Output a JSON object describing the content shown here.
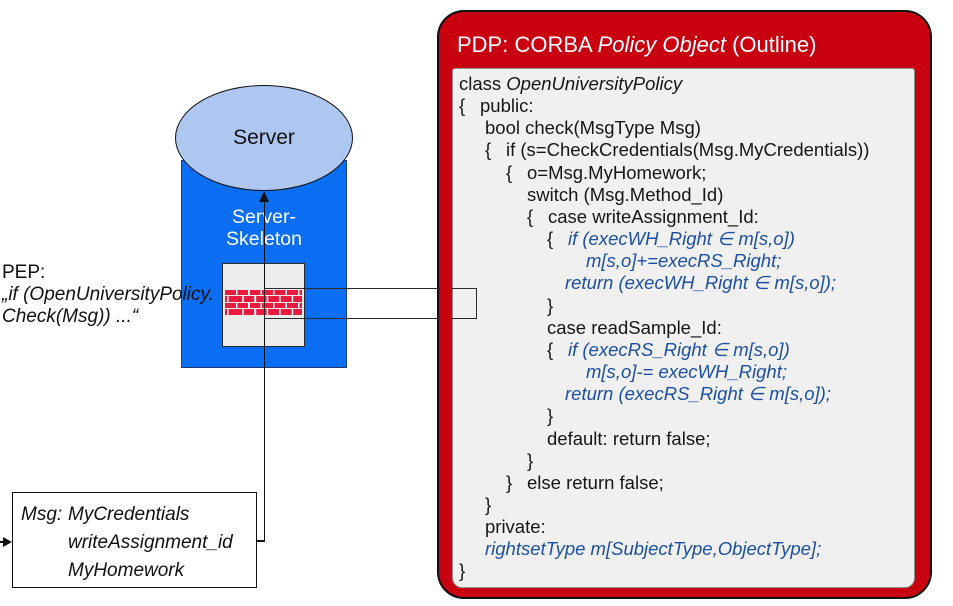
{
  "colors": {
    "pdp_red": "#c8000f",
    "skeleton_blue": "#0a6ef4",
    "server_fill": "#aec7f0",
    "brick_red": "#ea1a3f",
    "code_blue": "#1d50a0",
    "panel_gray": "#f0f0f0"
  },
  "server": {
    "label": "Server"
  },
  "skeleton": {
    "line1": "Server-",
    "line2": "Skeleton"
  },
  "pep": {
    "label": "PEP:",
    "line1": "„if (OpenUniversityPolicy.",
    "line2": "Check(Msg)) ...“"
  },
  "msg": {
    "label": "Msg:",
    "items": [
      "MyCredentials",
      "writeAssignment_id",
      "MyHomework"
    ]
  },
  "pdp": {
    "title_pre": "PDP: CORBA ",
    "title_italic": "Policy Object",
    "title_post": " (Outline)",
    "code": [
      {
        "ind": 0,
        "seg": [
          [
            "k",
            "class "
          ],
          [
            "i",
            "OpenUniversityPolicy"
          ]
        ]
      },
      {
        "ind": 0,
        "seg": [
          [
            "o",
            "{"
          ],
          [
            "k",
            "public:"
          ]
        ]
      },
      {
        "ind": 26,
        "seg": [
          [
            "k",
            "bool check(MsgType Msg)"
          ]
        ]
      },
      {
        "ind": 26,
        "seg": [
          [
            "o",
            "{"
          ],
          [
            "k",
            "if (s=CheckCredentials(Msg.MyCredentials))"
          ]
        ]
      },
      {
        "ind": 47,
        "seg": [
          [
            "o",
            "{"
          ],
          [
            "k",
            "o=Msg.MyHomework;"
          ]
        ]
      },
      {
        "ind": 68,
        "seg": [
          [
            "k",
            "switch (Msg.Method_Id)"
          ]
        ]
      },
      {
        "ind": 68,
        "seg": [
          [
            "o",
            "{"
          ],
          [
            "k",
            "case writeAssignment_Id:"
          ]
        ]
      },
      {
        "ind": 88,
        "seg": [
          [
            "o",
            "{"
          ],
          [
            "b",
            "if (execWH_Right ∈ m[s,o])"
          ]
        ]
      },
      {
        "ind": 127,
        "seg": [
          [
            "b",
            "m[s,o]+=execRS_Right;"
          ]
        ]
      },
      {
        "ind": 106,
        "seg": [
          [
            "b",
            "return (execWH_Right ∈ m[s,o]);"
          ]
        ]
      },
      {
        "ind": 88,
        "seg": [
          [
            "k",
            "}"
          ]
        ]
      },
      {
        "ind": 88,
        "seg": [
          [
            "k",
            "case readSample_Id:"
          ]
        ]
      },
      {
        "ind": 88,
        "seg": [
          [
            "o",
            "{"
          ],
          [
            "b",
            "if (execRS_Right ∈ m[s,o])"
          ]
        ]
      },
      {
        "ind": 127,
        "seg": [
          [
            "b",
            "m[s,o]-= execWH_Right;"
          ]
        ]
      },
      {
        "ind": 106,
        "seg": [
          [
            "b",
            "return (execRS_Right ∈ m[s,o]);"
          ]
        ]
      },
      {
        "ind": 88,
        "seg": [
          [
            "k",
            "}"
          ]
        ]
      },
      {
        "ind": 88,
        "seg": [
          [
            "k",
            "default: return false;"
          ]
        ]
      },
      {
        "ind": 68,
        "seg": [
          [
            "k",
            "}"
          ]
        ]
      },
      {
        "ind": 47,
        "seg": [
          [
            "o",
            "}"
          ],
          [
            "k",
            "else return false;"
          ]
        ]
      },
      {
        "ind": 26,
        "seg": [
          [
            "k",
            "}"
          ]
        ]
      },
      {
        "ind": 26,
        "seg": [
          [
            "k",
            "private:"
          ]
        ]
      },
      {
        "ind": 26,
        "seg": [
          [
            "b",
            "rightsetType m[SubjectType,ObjectType];"
          ]
        ]
      },
      {
        "ind": 0,
        "seg": [
          [
            "k",
            "}"
          ]
        ]
      }
    ]
  }
}
